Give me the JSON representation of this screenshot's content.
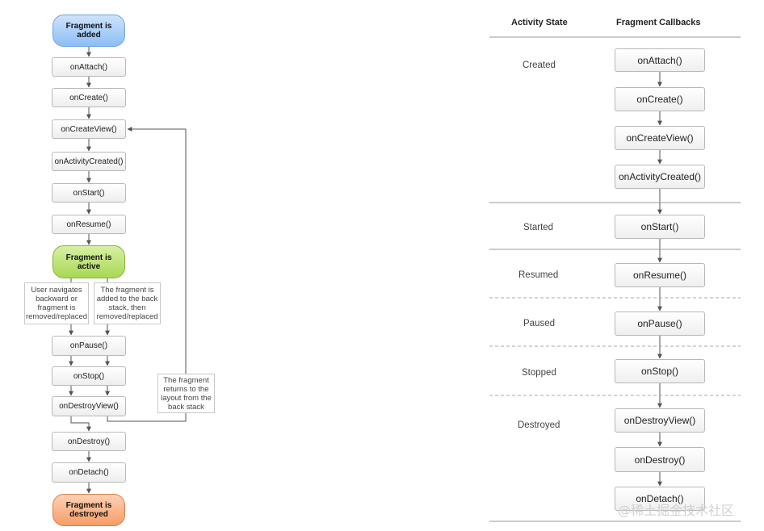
{
  "left_flow": {
    "start": "Fragment is\nadded",
    "pre_active": [
      "onAttach()",
      "onCreate()",
      "onCreateView()",
      "onActivityCreated()",
      "onStart()",
      "onResume()"
    ],
    "active": "Fragment is\nactive",
    "notes": {
      "back": "User navigates\nbackward or\nfragment is\nremoved/replaced",
      "backstack": "The fragment is\nadded to the back\nstack, then\nremoved/replaced",
      "returns": "The fragment\nreturns to the\nlayout from the\nback stack"
    },
    "post_active": [
      "onPause()",
      "onStop()",
      "onDestroyView()"
    ],
    "teardown": [
      "onDestroy()",
      "onDetach()"
    ],
    "end": "Fragment is\ndestroyed"
  },
  "table": {
    "headers": {
      "state": "Activity State",
      "callbacks": "Fragment Callbacks"
    },
    "states": [
      "Created",
      "Started",
      "Resumed",
      "Paused",
      "Stopped",
      "Destroyed"
    ],
    "callbacks": [
      "onAttach()",
      "onCreate()",
      "onCreateView()",
      "onActivityCreated()",
      "onStart()",
      "onResume()",
      "onPause()",
      "onStop()",
      "onDestroyView()",
      "onDestroy()",
      "onDetach()"
    ]
  },
  "watermark": "@稀土掘金技术社区"
}
